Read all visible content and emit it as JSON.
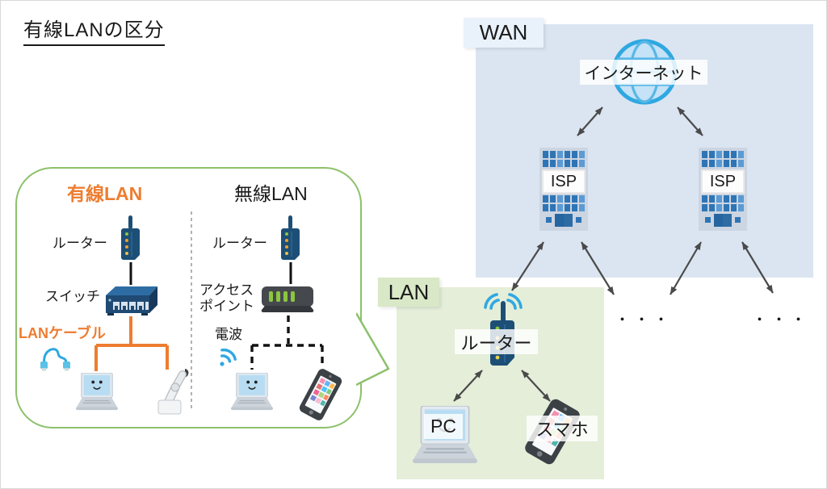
{
  "title": "有線LANの区分",
  "wan": {
    "label": "WAN",
    "internet_label": "インターネット",
    "isp_left_label": "ISP",
    "isp_right_label": "ISP",
    "ellipsis_left": "・・・",
    "ellipsis_right": "・・・"
  },
  "lan": {
    "label": "LAN",
    "router_label": "ルーター",
    "pc_label": "PC",
    "smartphone_label": "スマホ"
  },
  "bubble": {
    "wired_title": "有線LAN",
    "wireless_title": "無線LAN",
    "wired": {
      "router_label": "ルーター",
      "switch_label": "スイッチ",
      "cable_label": "LANケーブル"
    },
    "wireless": {
      "router_label": "ルーター",
      "access_point_label": "アクセスポイント",
      "radio_label": "電波"
    }
  },
  "icons": {
    "globe": "internet-globe-icon",
    "building": "isp-building-icon",
    "router": "router-icon",
    "switch": "network-switch-icon",
    "access_point": "access-point-icon",
    "laptop": "smiley-laptop-icon",
    "robot": "robot-arm-icon",
    "smartphone": "smartphone-icon",
    "lan_cable": "lan-cable-icon",
    "wifi": "wifi-waves-icon"
  },
  "colors": {
    "accent_orange": "#ed7d31",
    "bubble_border_green": "#8cc16b",
    "wan_fill": "#dbe5f1",
    "wan_label_fill": "#e9f1fa",
    "lan_fill": "#e4eed9",
    "lan_label_fill": "#d9e8c7",
    "wifi_blue": "#2fa8e1",
    "device_navy": "#1d4f76",
    "arrow_gray": "#4a4a4a"
  }
}
